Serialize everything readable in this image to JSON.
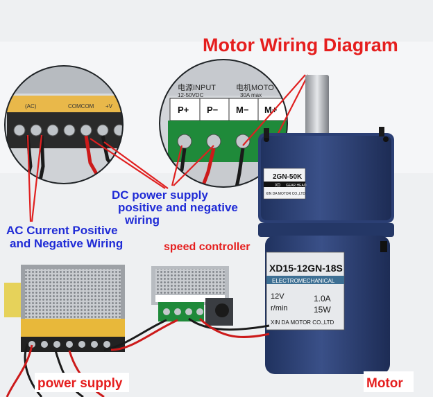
{
  "title": "Motor Wiring Diagram",
  "labels": {
    "dc_line1": "DC power supply",
    "dc_line2": "positive and negative",
    "dc_line3": "wiring",
    "ac_line1": "AC Current Positive",
    "ac_line2": "and Negative Wiring",
    "speed_controller": "speed controller",
    "power_supply": "power supply",
    "motor": "Motor"
  },
  "controller_panel": {
    "input_header": "电源INPUT",
    "input_range": "12-50VDC",
    "motor_header": "电机MOTO",
    "motor_range": "30A max",
    "terminals": [
      "P+",
      "P−",
      "M−",
      "M+"
    ]
  },
  "psu_panel": {
    "ac_label": "(AC)",
    "com_label": "COMCOM",
    "v_label": "+V"
  },
  "gearhead": {
    "model": "2GN-50K",
    "brand": "XD",
    "type": "GEAR HEAD",
    "maker": "XIN DA MOTOR CO.,LTD"
  },
  "motor_plate": {
    "model": "XD15-12GN-18S",
    "band": "ELECTROMECHANICAL",
    "voltage": "12V",
    "speed": "r/min",
    "current": "1.0A",
    "power": "15W",
    "maker": "XIN DA MOTOR CO.,LTD"
  },
  "colors": {
    "title_red": "#e51e1e",
    "label_blue": "#1f2bd6",
    "motor_blue": "#2b3f74",
    "terminal_green": "#1f8a3a",
    "psu_yellow": "#e8b83a"
  }
}
